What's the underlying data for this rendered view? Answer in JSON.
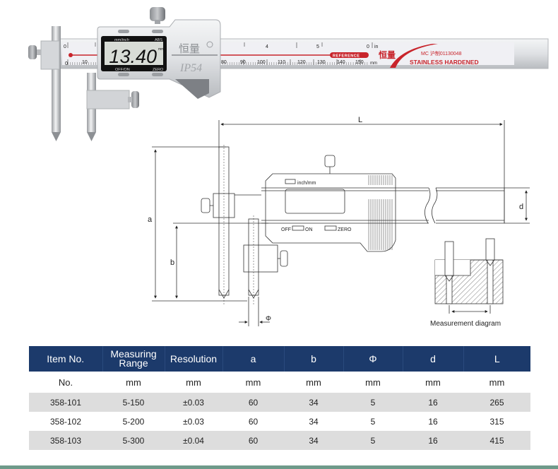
{
  "product_photo": {
    "display": {
      "reading": "13.40",
      "unit_label": "mm",
      "top_left_label": "mm/inch",
      "top_right_label": "ABS",
      "bottom_left_label": "OFF/ON",
      "bottom_right_label": "ZERO"
    },
    "body": {
      "brand_chinese": "恒量",
      "ip_rating": "IP54"
    },
    "scale": {
      "inch_ticks": [
        "0",
        "4",
        "5",
        "0"
      ],
      "inch_unit": "in",
      "mm_ticks": [
        "0",
        "10",
        "80",
        "90",
        "100",
        "110",
        "120",
        "130",
        "140",
        "150"
      ],
      "mm_unit": "mm",
      "reference_label": "REFERENCE",
      "brand_chinese": "恒量",
      "certification": "MC 沪制01130048",
      "material": "STAINLESS HARDENED"
    },
    "colors": {
      "accent_red": "#c8242b",
      "lcd_bg": "#d8dcd6",
      "metal": "#e4e6e8"
    }
  },
  "drawing": {
    "dimension_labels": {
      "L": "L",
      "a": "a",
      "b": "b",
      "d": "d",
      "phi": "Φ"
    },
    "display_labels": {
      "unit_button": "inch/mm",
      "off": "OFF",
      "on": "ON",
      "zero": "ZERO"
    },
    "measurement_diagram_caption": "Measurement diagram"
  },
  "spec_table": {
    "headers": [
      {
        "line1": "Item No.",
        "line2": ""
      },
      {
        "line1": "Measuring",
        "line2": "Range"
      },
      {
        "line1": "Resolution",
        "line2": ""
      },
      {
        "line1": "a",
        "line2": ""
      },
      {
        "line1": "b",
        "line2": ""
      },
      {
        "line1": "Φ",
        "line2": ""
      },
      {
        "line1": "d",
        "line2": ""
      },
      {
        "line1": "L",
        "line2": ""
      }
    ],
    "units": [
      "No.",
      "mm",
      "mm",
      "mm",
      "mm",
      "mm",
      "mm",
      "mm"
    ],
    "rows": [
      [
        "358-101",
        "5-150",
        "±0.03",
        "60",
        "34",
        "5",
        "16",
        "265"
      ],
      [
        "358-102",
        "5-200",
        "±0.03",
        "60",
        "34",
        "5",
        "16",
        "315"
      ],
      [
        "358-103",
        "5-300",
        "±0.04",
        "60",
        "34",
        "5",
        "16",
        "415"
      ]
    ],
    "colors": {
      "header_bg": "#1c3a6b",
      "shade_bg": "#dddddd"
    }
  },
  "footer": {
    "bar_color": "#6e9a8a"
  }
}
